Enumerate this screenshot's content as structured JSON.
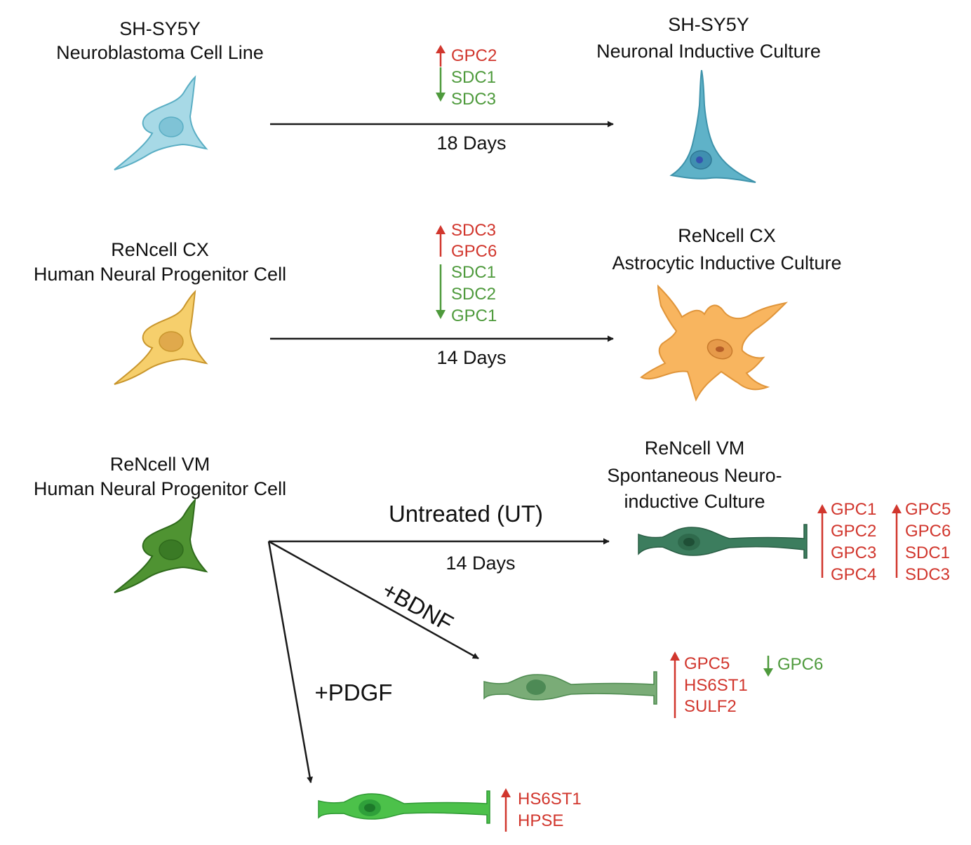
{
  "colors": {
    "up": "#d1362d",
    "down": "#4e9a3c",
    "arrow": "#1a1a1a",
    "sh_cell": "#9fd6e3",
    "cx_cell": "#f2c463",
    "vm_cell": "#4a8f2f",
    "astro_cell": "#f7b05a"
  },
  "rows": {
    "sh": {
      "source_line1": "SH-SY5Y",
      "source_line2": "Neuroblastoma Cell Line",
      "target_line1": "SH-SY5Y",
      "target_line2": "Neuronal Inductive Culture",
      "duration": "18 Days",
      "up": [
        "GPC2"
      ],
      "down": [
        "SDC1",
        "SDC3"
      ]
    },
    "cx": {
      "source_line1": "ReNcell CX",
      "source_line2": "Human Neural Progenitor Cell",
      "target_line1": "ReNcell CX",
      "target_line2": "Astrocytic Inductive Culture",
      "duration": "14 Days",
      "up": [
        "SDC3",
        "GPC6"
      ],
      "down": [
        "SDC1",
        "SDC2",
        "GPC1"
      ]
    },
    "vm": {
      "source_line1": "ReNcell VM",
      "source_line2": "Human Neural Progenitor Cell",
      "target_line1": "ReNcell VM",
      "target_line2": "Spontaneous Neuro-",
      "target_line3": "inductive Culture",
      "untreated_label": "Untreated (UT)",
      "duration": "14 Days",
      "ut_up_col1": [
        "GPC1",
        "GPC2",
        "GPC3",
        "GPC4"
      ],
      "ut_up_col2": [
        "GPC5",
        "GPC6",
        "SDC1",
        "SDC3"
      ],
      "bdnf_label": "+BDNF",
      "bdnf_up": [
        "GPC5",
        "HS6ST1",
        "SULF2"
      ],
      "bdnf_down": [
        "GPC6"
      ],
      "pdgf_label": "+PDGF",
      "pdgf_up": [
        "HS6ST1",
        "HPSE"
      ]
    }
  }
}
